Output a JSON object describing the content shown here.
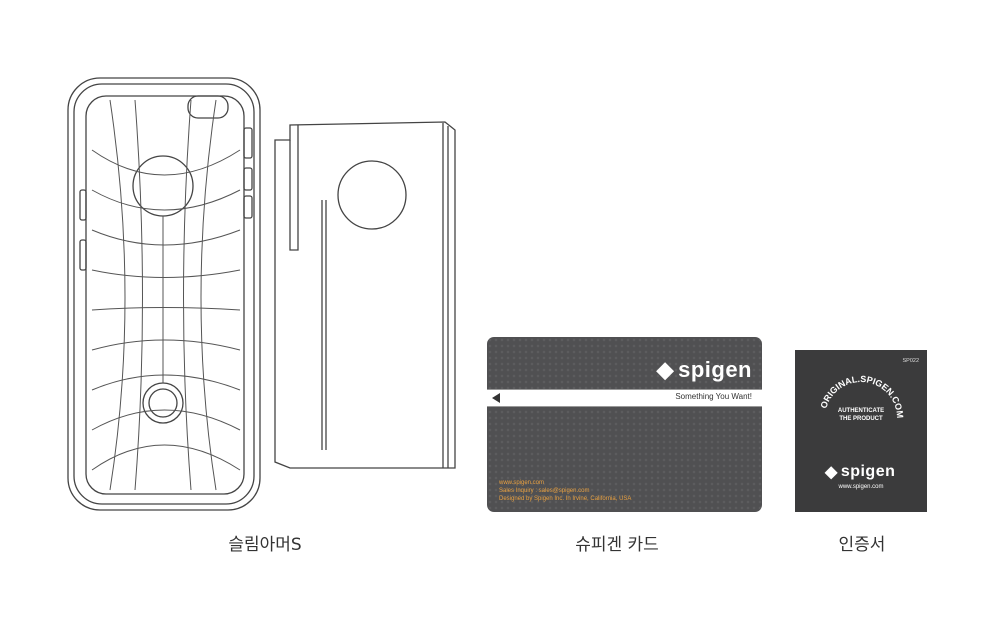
{
  "products": [
    {
      "label": "슬림아머S"
    },
    {
      "label": "슈피겐 카드"
    },
    {
      "label": "인증서"
    }
  ],
  "card": {
    "brand": "spigen",
    "slogan": "Something You Want!",
    "website": "www.spigen.com",
    "sales": "Sales Inquiry : sales@spigen.com",
    "designed": "Designed by Spigen Inc. In Irvine, California, USA",
    "colors": {
      "background": "#505052",
      "info_text": "#e8a040"
    }
  },
  "certificate": {
    "code": "SP022",
    "ring_text": "ORIGINAL.SPIGEN.COM",
    "center_line1": "AUTHENTICATE",
    "center_line2": "THE PRODUCT",
    "brand": "spigen",
    "website": "www.spigen.com"
  }
}
